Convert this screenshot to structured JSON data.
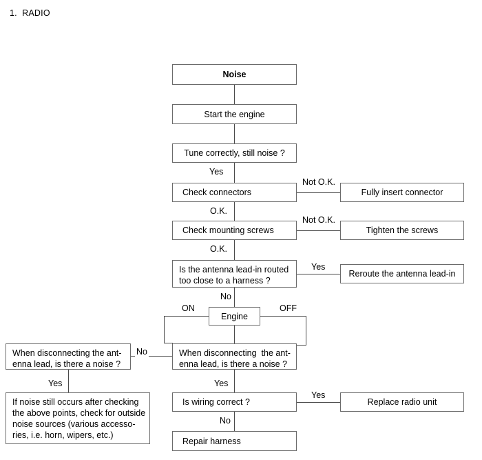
{
  "page": {
    "title": "1.  RADIO"
  },
  "diagram": {
    "type": "flowchart",
    "nodes": [
      {
        "id": "noise",
        "label": "Noise",
        "bold": true
      },
      {
        "id": "start_engine",
        "label": "Start the engine"
      },
      {
        "id": "tune",
        "label": "Tune correctly, still noise ?"
      },
      {
        "id": "check_connectors",
        "label": "Check connectors"
      },
      {
        "id": "fully_insert",
        "label": "Fully insert connector"
      },
      {
        "id": "check_screws",
        "label": "Check mounting screws"
      },
      {
        "id": "tighten_screws",
        "label": "Tighten the screws"
      },
      {
        "id": "antenna_routed",
        "line1": "Is the antenna lead-in routed",
        "line2": "too close to a harness ?"
      },
      {
        "id": "reroute",
        "label": "Reroute the antenna lead-in"
      },
      {
        "id": "engine",
        "label": "Engine"
      },
      {
        "id": "disc_left",
        "line1": "When disconnecting the ant-",
        "line2": "enna lead, is there a noise ?"
      },
      {
        "id": "disc_center",
        "line1": "When disconnecting  the ant-",
        "line2": "enna lead, is there a noise ?"
      },
      {
        "id": "outside_noise",
        "line1": "If noise still occurs after checking",
        "line2": "the above points, check for outside",
        "line3": "noise sources (various accesso-",
        "line4": "ries, i.e. horn, wipers, etc.)"
      },
      {
        "id": "wiring",
        "label": "Is wiring correct ?"
      },
      {
        "id": "replace_radio",
        "label": "Replace radio unit"
      },
      {
        "id": "repair_harness",
        "label": "Repair harness"
      }
    ],
    "edge_labels": {
      "tune_yes": "Yes",
      "connectors_not_ok": "Not O.K.",
      "connectors_ok": "O.K.",
      "screws_not_ok": "Not O.K.",
      "screws_ok": "O.K.",
      "antenna_yes": "Yes",
      "antenna_no": "No",
      "engine_on": "ON",
      "engine_off": "OFF",
      "disc_left_no": "No",
      "disc_left_yes": "Yes",
      "disc_center_yes": "Yes",
      "wiring_yes": "Yes",
      "wiring_no": "No"
    }
  },
  "colors": {
    "border": "#6b6b6b",
    "line": "#4a4a4a",
    "text": "#000000",
    "background": "#ffffff"
  }
}
